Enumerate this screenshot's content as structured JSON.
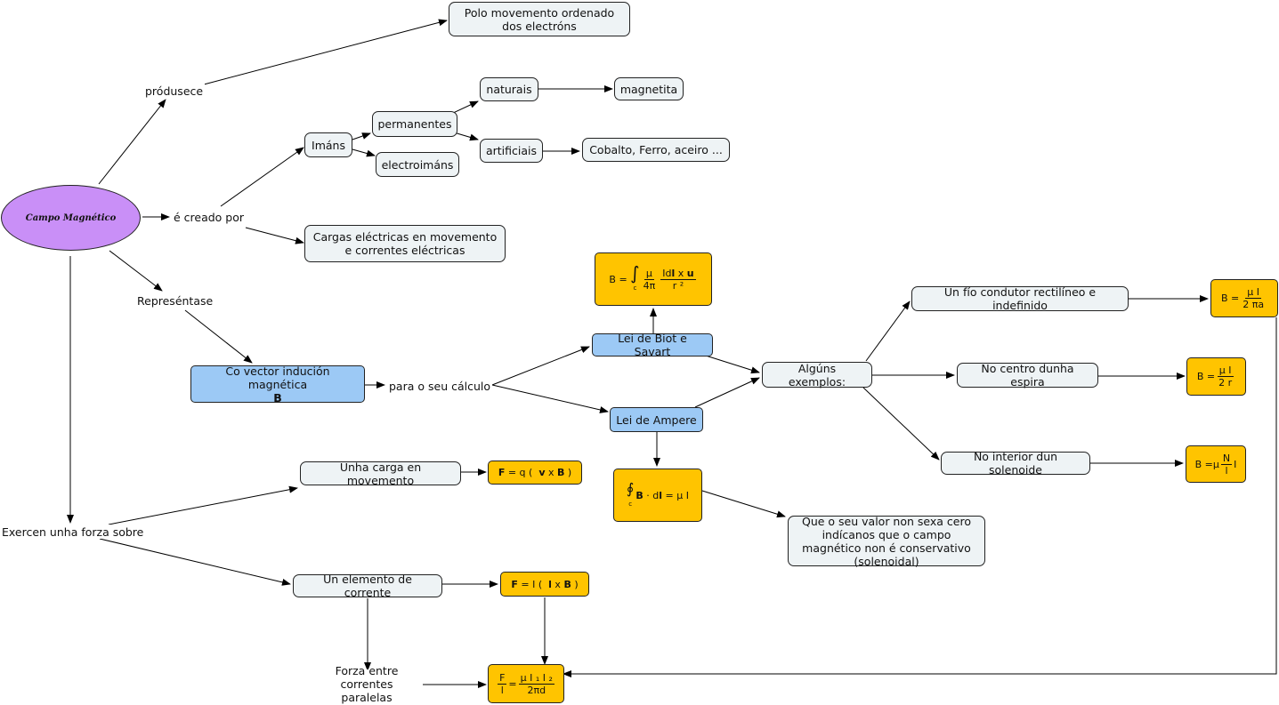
{
  "root": "Campo Magnético",
  "produced": {
    "label": "pródusece",
    "target": "Polo movemento ordenado dos electróns"
  },
  "created": {
    "label": "é creado por",
    "imans": "Imáns",
    "permanentes": "permanentes",
    "electroimans": "electroimáns",
    "naturais": "naturais",
    "magnetita": "magnetita",
    "artificiais": "artificiais",
    "artificiais_examples": "Cobalto, Ferro, aceiro ...",
    "charges": "Cargas eléctricas en movemento e correntes eléctricas"
  },
  "represented": {
    "label": "Represéntase",
    "vector": "Co vector indución magnética",
    "vector_symbol": "B",
    "calc_label": "para o seu cálculo",
    "biot": "Lei de Biot e Savart",
    "ampere": "Lei de Ampere",
    "examples_label": "Algúns exemplos:",
    "ex_wire": "Un fío condutor rectilíneo e indefinido",
    "ex_loop": "No centro dunha espira",
    "ex_solenoid": "No interior dun solenoide",
    "nonconservative": "Que o seu valor non sexa cero indícanos que o campo magnético non é conservativo (solenoidal)"
  },
  "force": {
    "label": "Exercen unha forza sobre",
    "charge": "Unha carga en movemento",
    "element": "Un elemento de corrente",
    "parallel": "Forza entre correntes paralelas"
  },
  "formulas": {
    "biot": {
      "lhs": "B =",
      "integral": "∫",
      "sub": "c",
      "f1_num": "μ",
      "f1_den": "4π",
      "f2_num_a": "Id",
      "f2_num_b": "l",
      "f2_num_c": " x ",
      "f2_num_d": "u",
      "f2_den": "r ²"
    },
    "ampere": {
      "oint": "∮",
      "sub": "c",
      "b": "B",
      "mid": " · d",
      "l": "l",
      "rhs": " = μ I"
    },
    "wire": {
      "lhs": "B =",
      "num": "μ I",
      "den": "2 πa"
    },
    "loop": {
      "lhs": "B =",
      "num": "μ I",
      "den": "2 r"
    },
    "solenoid": {
      "lhs": "B =μ",
      "num": "N",
      "den": "l",
      "rhs": "I"
    },
    "lorentz": {
      "f": "F",
      "mid": " = q (  ",
      "v": "v",
      "x": " x ",
      "b": "B",
      "end": " )"
    },
    "element": {
      "f": "F",
      "mid": " = I (  ",
      "l": "l",
      "x": " x ",
      "b": "B",
      "end": " )"
    },
    "parallel": {
      "lnum": "F",
      "lden": "l",
      "eq": "=",
      "num": "μ I ₁ I ₂",
      "den": "2πd"
    }
  }
}
